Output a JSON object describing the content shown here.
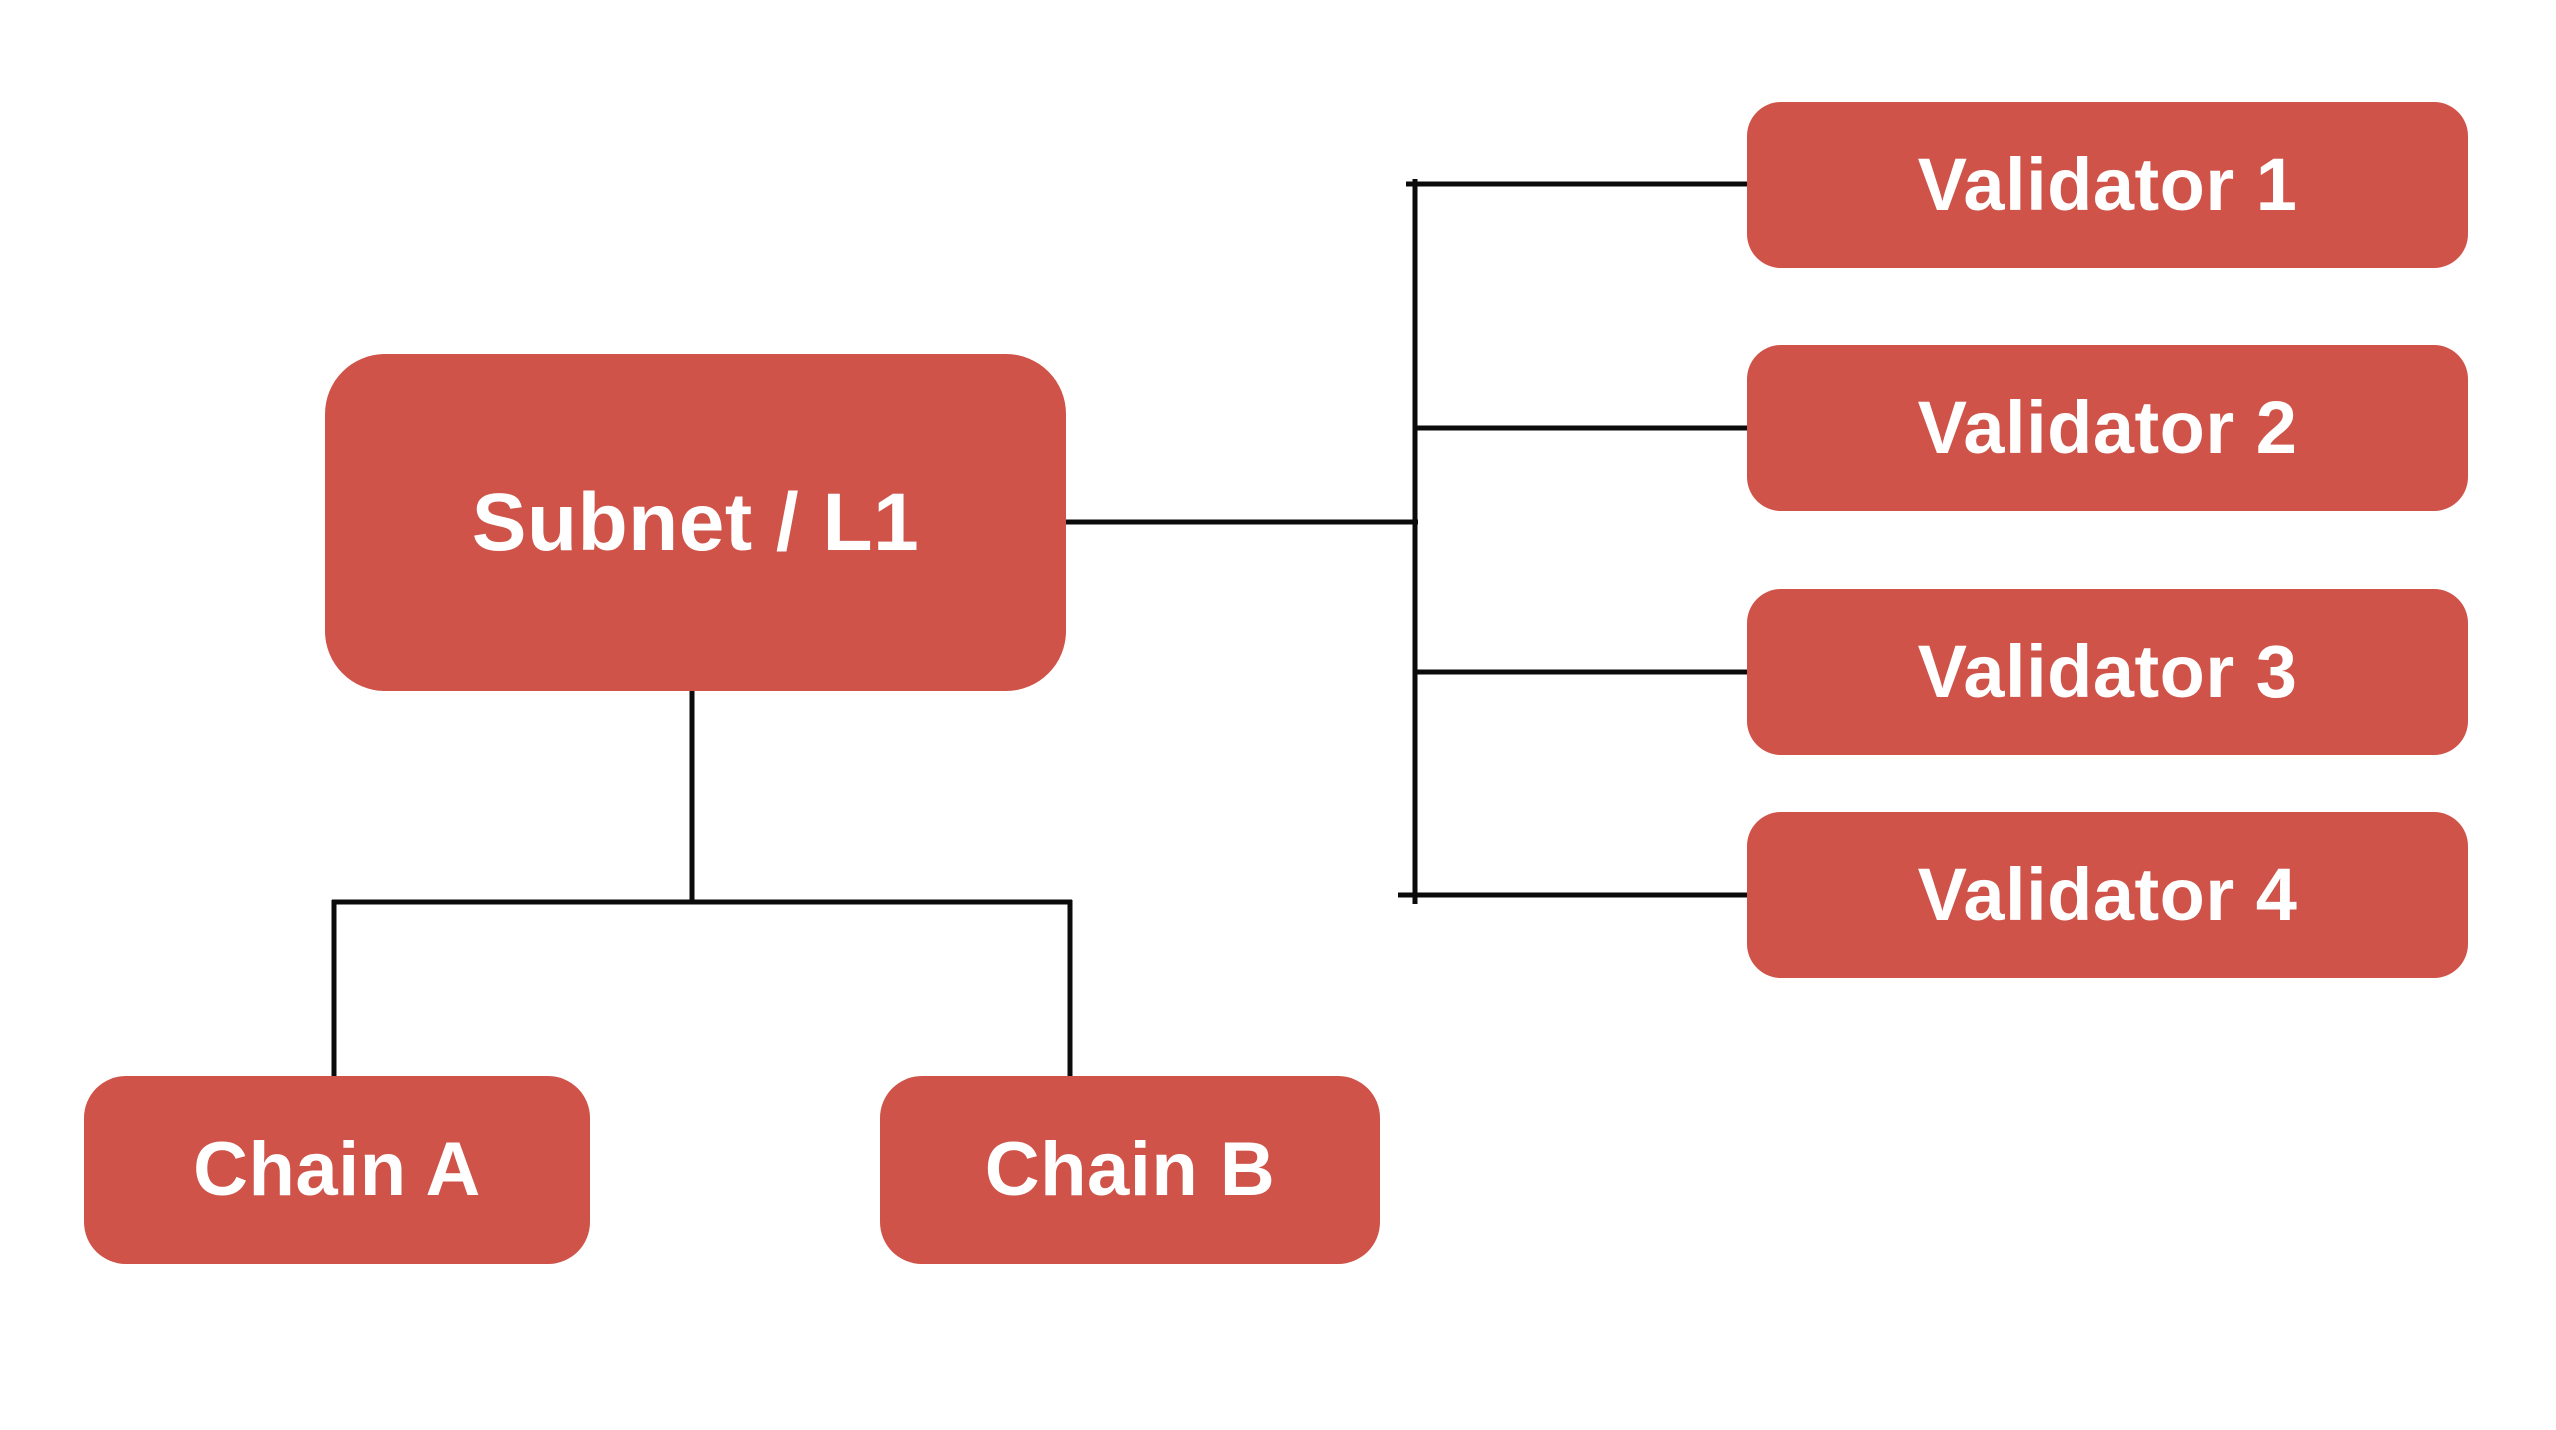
{
  "diagram": {
    "type": "flowchart",
    "colors": {
      "canvas_bg": "#ffffff",
      "node_fill": "#cf5349",
      "node_text": "#ffffff",
      "line_color": "#0b0b0b"
    },
    "nodes": {
      "subnet": {
        "label": "Subnet / L1"
      },
      "chain_a": {
        "label": "Chain A"
      },
      "chain_b": {
        "label": "Chain B"
      },
      "validator_1": {
        "label": "Validator 1"
      },
      "validator_2": {
        "label": "Validator 2"
      },
      "validator_3": {
        "label": "Validator 3"
      },
      "validator_4": {
        "label": "Validator 4"
      }
    },
    "edges": [
      {
        "from": "subnet",
        "to": "validator_1"
      },
      {
        "from": "subnet",
        "to": "validator_2"
      },
      {
        "from": "subnet",
        "to": "validator_3"
      },
      {
        "from": "subnet",
        "to": "validator_4"
      },
      {
        "from": "subnet",
        "to": "chain_a"
      },
      {
        "from": "subnet",
        "to": "chain_b"
      }
    ]
  }
}
